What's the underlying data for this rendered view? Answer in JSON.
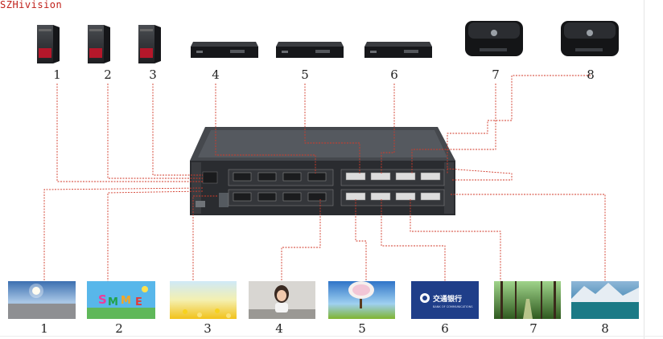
{
  "watermark": "SZHivision",
  "sources": [
    {
      "label": "1",
      "icon": "pc-tower-icon"
    },
    {
      "label": "2",
      "icon": "pc-tower-icon"
    },
    {
      "label": "3",
      "icon": "pc-tower-icon"
    },
    {
      "label": "4",
      "icon": "dvd-player-icon"
    },
    {
      "label": "5",
      "icon": "dvd-player-icon"
    },
    {
      "label": "6",
      "icon": "dvd-player-icon"
    },
    {
      "label": "7",
      "icon": "media-box-icon"
    },
    {
      "label": "8",
      "icon": "media-box-icon"
    }
  ],
  "displays": [
    {
      "label": "1",
      "icon": "screen-sunrise-icon"
    },
    {
      "label": "2",
      "icon": "screen-colorful-icon"
    },
    {
      "label": "3",
      "icon": "screen-flowers-icon"
    },
    {
      "label": "4",
      "icon": "screen-portrait-icon"
    },
    {
      "label": "5",
      "icon": "screen-tree-icon"
    },
    {
      "label": "6",
      "icon": "screen-bank-logo-icon",
      "logo_text": "交通银行",
      "logo_sub": "BANK OF COMMUNICATIONS"
    },
    {
      "label": "7",
      "icon": "screen-forest-icon"
    },
    {
      "label": "8",
      "icon": "screen-lake-icon"
    }
  ],
  "colors": {
    "cable": "#d23a2a",
    "device": "#2b2d30",
    "label": "#222222"
  }
}
